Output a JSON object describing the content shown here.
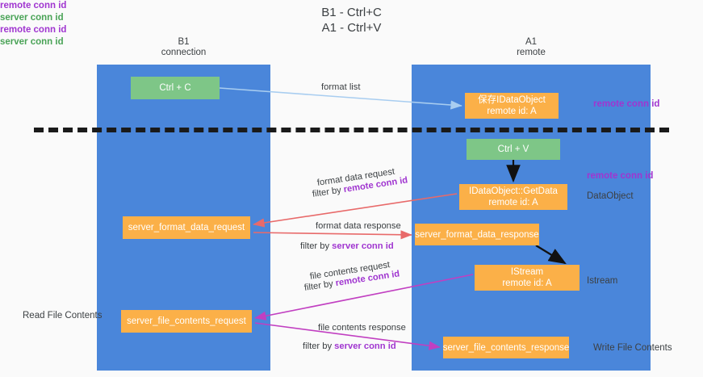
{
  "title": {
    "line1": "B1 - Ctrl+C",
    "line2": "A1 - Ctrl+V"
  },
  "lanes": [
    {
      "id": "b1",
      "name": "B1",
      "role": "connection",
      "color": "#4a86da"
    },
    {
      "id": "a1",
      "name": "A1",
      "role": "remote",
      "color": "#4a86da"
    }
  ],
  "boxes": {
    "ctrl_c": {
      "label": "Ctrl + C",
      "color": "#7ec687"
    },
    "save_dataobject": {
      "line1": "保存IDataObject",
      "line2": "remote id: A",
      "color": "#fbb048"
    },
    "ctrl_v": {
      "label": "Ctrl + V",
      "color": "#7ec687"
    },
    "getdata": {
      "line1": "IDataObject::GetData",
      "line2": "remote id: A",
      "color": "#fbb048"
    },
    "server_format_data_request": {
      "label": "server_format_data_request",
      "color": "#fbb048"
    },
    "server_format_data_response": {
      "label": "server_format_data_response",
      "color": "#fbb048"
    },
    "istream": {
      "line1": "IStream",
      "line2": "remote id: A",
      "color": "#fbb048"
    },
    "server_file_contents_request": {
      "label": "server_file_contents_request",
      "color": "#fbb048"
    },
    "server_file_contents_response": {
      "label": "server_file_contents_response",
      "color": "#fbb048"
    }
  },
  "annotations": {
    "right": {
      "remote_conn_id_top": "remote conn id",
      "remote_conn_id_mid": "remote conn id",
      "dataobject": "DataObject",
      "istream": "Istream",
      "write_file_contents": "Write File Contents"
    },
    "left": {
      "remote_conn_id_mid": "remote conn id",
      "server_conn_id_mid": "server conn id",
      "read_file_contents": "Read File Contents",
      "remote_conn_id_bottom": "remote conn id",
      "server_conn_id_bottom": "server conn id"
    }
  },
  "arrow_labels": {
    "format_list": "format list",
    "format_data_request": "format data request",
    "format_data_request_filter_prefix": "filter by ",
    "format_data_request_filter_key": "remote conn id",
    "format_data_response": "format data response",
    "format_data_response_filter_prefix": "filter by ",
    "format_data_response_filter_key": "server conn id",
    "file_contents_request": "file contents request",
    "file_contents_request_filter_prefix": "filter by ",
    "file_contents_request_filter_key": "remote conn id",
    "file_contents_response": "file contents response",
    "file_contents_response_filter_prefix": "filter by ",
    "file_contents_response_filter_key": "server conn id"
  },
  "colors": {
    "lane_blue": "#4a86da",
    "box_green": "#7ec687",
    "box_orange": "#fbb048",
    "accent_purple": "#a035d0",
    "accent_green": "#4aa357",
    "arrow_lightblue": "#a8cdf0",
    "arrow_red": "#e86a6a",
    "arrow_magenta": "#c13fc1",
    "arrow_black": "#111111",
    "divider": "#1a1a1a",
    "background": "#fafafa"
  }
}
